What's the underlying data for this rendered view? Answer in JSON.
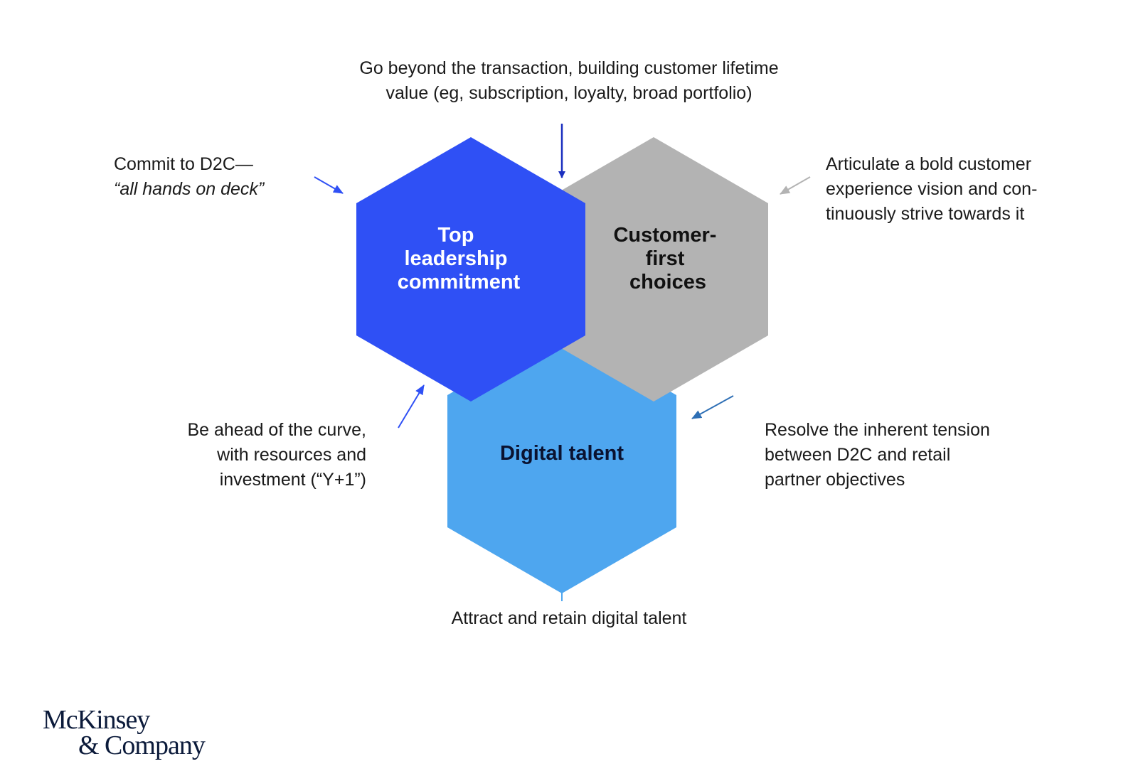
{
  "hexagons": {
    "leadership": {
      "label_lines": [
        "Top",
        "leadership",
        "commitment"
      ],
      "color": "#2f50f5",
      "text_color": "#ffffff"
    },
    "customer": {
      "label_lines": [
        "Customer-",
        "first",
        "choices"
      ],
      "color": "#b3b3b3",
      "text_color": "#111111"
    },
    "talent": {
      "label_lines": [
        "Digital talent"
      ],
      "color": "#4ea6ef",
      "text_color": "#0a1230"
    }
  },
  "annotations": {
    "top": {
      "lines": [
        "Go beyond the transaction, building customer lifetime",
        "value (eg, subscription, loyalty, broad portfolio)"
      ],
      "arrow_color": "#1a2fbf"
    },
    "left_top": {
      "line1": "Commit to D2C—",
      "line2": "“all hands on deck”",
      "arrow_color": "#2f50f5"
    },
    "right_top": {
      "lines": [
        "Articulate a bold customer",
        "experience vision and con-",
        "tinuously strive towards it"
      ],
      "arrow_color": "#b3b3b3"
    },
    "left_bottom": {
      "lines": [
        "Be ahead of the curve,",
        "with resources and",
        "investment (“Y+1”)"
      ],
      "arrow_color": "#2f50f5"
    },
    "right_bottom": {
      "lines": [
        "Resolve the inherent tension",
        "between D2C and retail",
        "partner objectives"
      ],
      "arrow_color": "#2e6fb5"
    },
    "bottom": {
      "lines": [
        "Attract and retain digital talent"
      ],
      "arrow_color": "#4ea6ef"
    }
  },
  "logo": {
    "line1": "McKinsey",
    "line2": "& Company"
  }
}
